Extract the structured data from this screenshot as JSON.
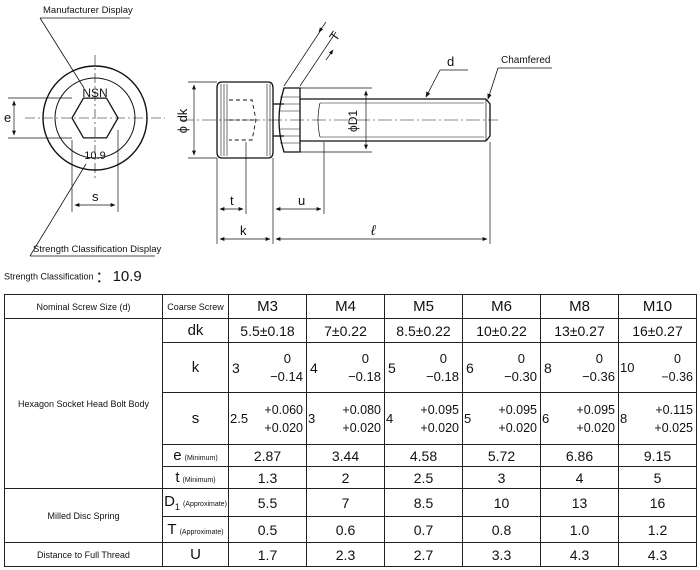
{
  "drawing": {
    "callouts": {
      "manufacturer": "Manufacturer Display",
      "chamfered": "Chamfered",
      "strength_class": "Strength Classification Display"
    },
    "head_marks": {
      "top": "NSN",
      "bottom": "10.9"
    },
    "dims": {
      "e": "e",
      "s": "s",
      "dk": "ϕ dk",
      "D1": "ϕD1",
      "d": "d",
      "T": "T",
      "t": "t",
      "k": "k",
      "u": "u",
      "l": "ℓ"
    }
  },
  "strength": {
    "label": "Strength Classification",
    "colon": "：",
    "value": "10.9"
  },
  "table": {
    "header": {
      "label": "Nominal Screw Size (d)",
      "sublabel": "Coarse Screw",
      "sizes": [
        "M3",
        "M4",
        "M5",
        "M6",
        "M8",
        "M10"
      ]
    },
    "groups": {
      "body": "Hexagon Socket Head Bolt Body",
      "spring": "Milled Disc Spring",
      "distance": "Distance to Full Thread"
    },
    "rows": {
      "dk": {
        "symbol": "dk",
        "values": [
          "5.5±0.18",
          "7±0.22",
          "8.5±0.22",
          "10±0.22",
          "13±0.27",
          "16±0.27"
        ]
      },
      "k": {
        "symbol": "k",
        "values": [
          {
            "nom": "3",
            "up": "0",
            "lo": "−0.14"
          },
          {
            "nom": "4",
            "up": "0",
            "lo": "−0.18"
          },
          {
            "nom": "5",
            "up": "0",
            "lo": "−0.18"
          },
          {
            "nom": "6",
            "up": "0",
            "lo": "−0.30"
          },
          {
            "nom": "8",
            "up": "0",
            "lo": "−0.36"
          },
          {
            "nom": "10",
            "up": "0",
            "lo": "−0.36"
          }
        ]
      },
      "s": {
        "symbol": "s",
        "values": [
          {
            "nom": "2.5",
            "up": "+0.060",
            "lo": "+0.020"
          },
          {
            "nom": "3",
            "up": "+0.080",
            "lo": "+0.020"
          },
          {
            "nom": "4",
            "up": "+0.095",
            "lo": "+0.020"
          },
          {
            "nom": "5",
            "up": "+0.095",
            "lo": "+0.020"
          },
          {
            "nom": "6",
            "up": "+0.095",
            "lo": "+0.020"
          },
          {
            "nom": "8",
            "up": "+0.115",
            "lo": "+0.025"
          }
        ]
      },
      "e": {
        "symbol": "e",
        "note": "(Minimum)",
        "values": [
          "2.87",
          "3.44",
          "4.58",
          "5.72",
          "6.86",
          "9.15"
        ]
      },
      "t": {
        "symbol": "t",
        "note": "(Minimum)",
        "values": [
          "1.3",
          "2",
          "2.5",
          "3",
          "4",
          "5"
        ]
      },
      "D1": {
        "symbol": "D",
        "sub": "1",
        "note": "(Approximate)",
        "values": [
          "5.5",
          "7",
          "8.5",
          "10",
          "13",
          "16"
        ]
      },
      "T": {
        "symbol": "T",
        "note": "(Approximate)",
        "values": [
          "0.5",
          "0.6",
          "0.7",
          "0.8",
          "1.0",
          "1.2"
        ]
      },
      "U": {
        "symbol": "U",
        "values": [
          "1.7",
          "2.3",
          "2.7",
          "3.3",
          "4.3",
          "4.3"
        ]
      }
    }
  }
}
